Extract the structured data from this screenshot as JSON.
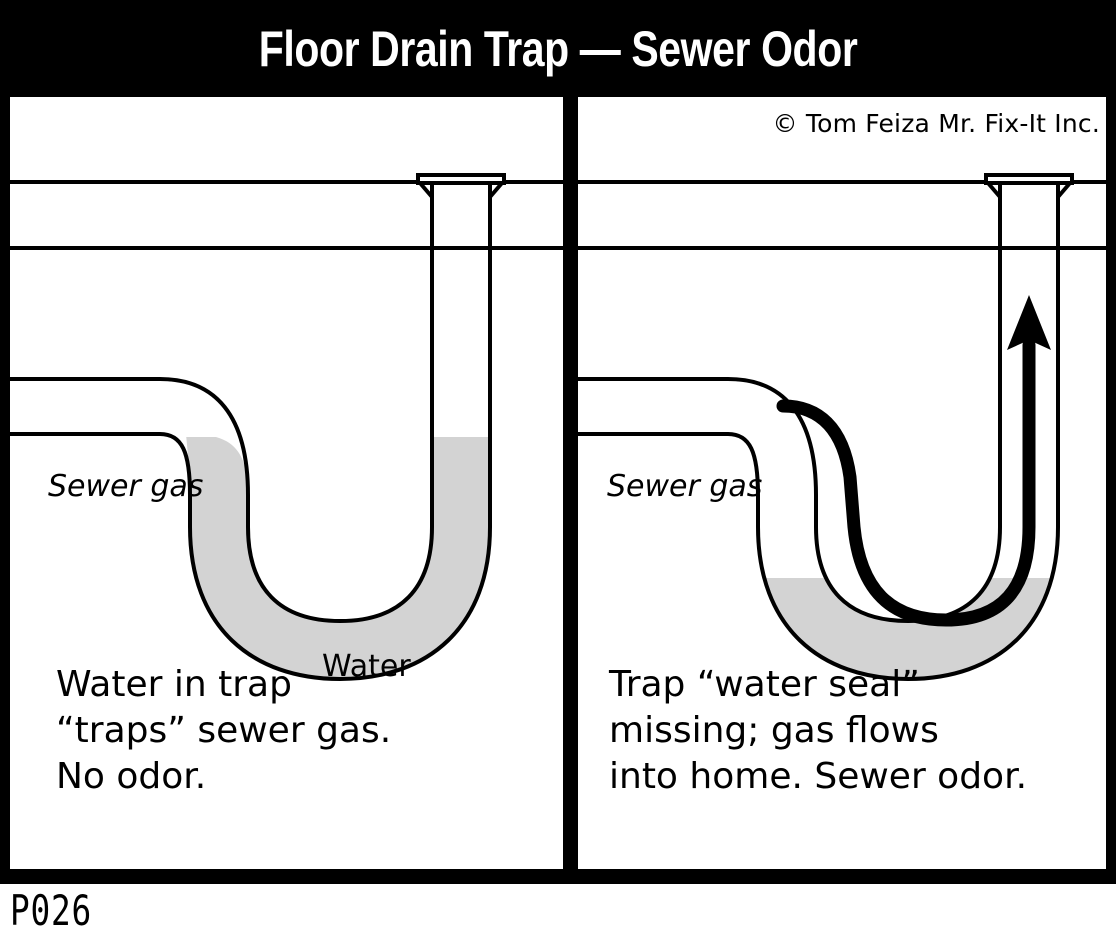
{
  "title": "Floor Drain Trap — Sewer Odor",
  "copyright": "© Tom Feiza Mr. Fix-It Inc.",
  "footer_code": "P026",
  "colors": {
    "frame": "#000000",
    "panel_background": "#ffffff",
    "line": "#000000",
    "water_fill": "#d3d3d3",
    "title_text": "#ffffff"
  },
  "panels": [
    {
      "id": "left",
      "name": "trap-with-water-seal",
      "labels": {
        "sewer_gas": "Sewer gas",
        "water": "Water"
      },
      "caption": "Water in trap\n“traps” sewer gas.\nNo odor.",
      "water_level_state": "full",
      "gas_flow": "blocked"
    },
    {
      "id": "right",
      "name": "trap-with-missing-water-seal",
      "labels": {
        "sewer_gas": "Sewer gas"
      },
      "caption": "Trap “water seal”\nmissing; gas flows\ninto home. Sewer odor.",
      "water_level_state": "empty-shallow-puddle",
      "gas_flow": "flowing-up-into-home"
    }
  ],
  "diagram_elements": {
    "floor_slab": "two horizontal lines forming floor section",
    "drain_flange": "floor drain flange at top of vertical pipe",
    "vertical_pipe": "drain riser",
    "horizontal_pipe": "sewer line entering from left",
    "u_bend": "P-trap / U-bend",
    "gas_arrow": "thick black arrow showing sewer gas path"
  }
}
